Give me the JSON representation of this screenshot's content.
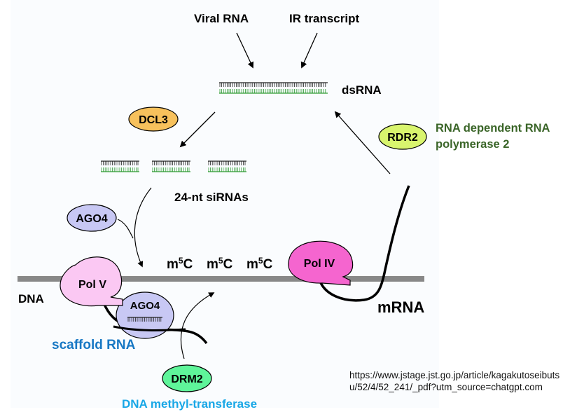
{
  "inputs": {
    "viral_rna": "Viral RNA",
    "ir_transcript": "IR transcript"
  },
  "dsrna_label": "dsRNA",
  "sirna_label": "24-nt siRNAs",
  "proteins": {
    "dcl3": {
      "label": "DCL3",
      "color": "#f7c15c"
    },
    "rdr2": {
      "label": "RDR2",
      "color": "#d9f56e",
      "description": "RNA dependent RNA polymerase 2",
      "description_lines": [
        "RNA dependent RNA",
        "polymerase 2"
      ],
      "description_color": "#3a6528"
    },
    "ago4_free": {
      "label": "AGO4",
      "color": "#c8c8f4"
    },
    "ago4_bound": {
      "label": "AGO4",
      "color": "#c8c8f4"
    },
    "pol_v": {
      "label": "Pol V",
      "color": "#fbc8f3"
    },
    "pol_iv": {
      "label": "Pol IV",
      "color": "#f565cf"
    },
    "drm2": {
      "label": "DRM2",
      "color": "#5ff59a",
      "description": "DNA methyl-transferase",
      "description_color": "#18a7e6"
    }
  },
  "methylation_marks": [
    "m",
    "m",
    "m"
  ],
  "methylation_superscript": "5",
  "methylation_base": "C",
  "dna_label": "DNA",
  "mrna_label": "mRNA",
  "scaffold_rna_label": "scaffold RNA",
  "scaffold_rna_color": "#1878c4",
  "dna_strand_color": "#888888",
  "sense_strand_color": "#222222",
  "antisense_strand_color": "#2d9a32",
  "source_url_lines": [
    "https://www.jstage.jst.go.jp/article/kagakutoseibuts",
    "u/52/4/52_241/_pdf?utm_source=chatgpt.com"
  ]
}
